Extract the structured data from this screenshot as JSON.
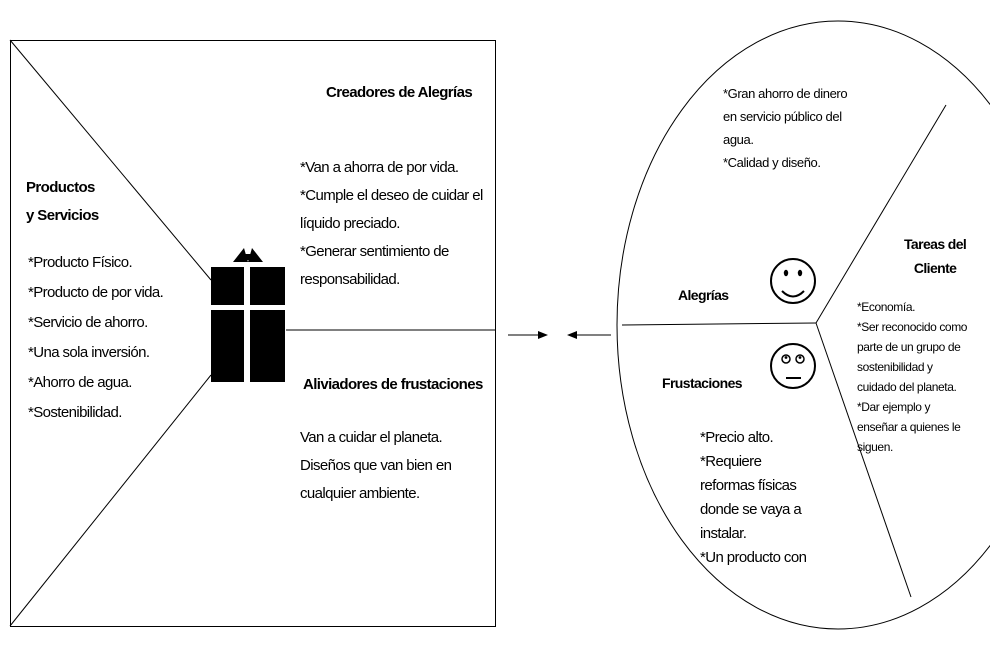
{
  "value_map": {
    "products_services": {
      "title": "Productos\ny Servicios",
      "items": "*Producto Físico.\n*Producto de por vida.\n*Servicio de ahorro.\n*Una sola inversión.\n*Ahorro de agua.\n*Sostenibilidad."
    },
    "gain_creators": {
      "title": "Creadores de Alegrías",
      "items": "*Van a ahorra de por vida.\n*Cumple el deseo de cuidar el\nlíquido preciado.\n*Generar sentimiento de\nresponsabilidad."
    },
    "pain_relievers": {
      "title": "Aliviadores de frustaciones",
      "items": "Van a cuidar el planeta.\nDiseños que van bien en\ncualquier ambiente."
    }
  },
  "customer_profile": {
    "gains": {
      "title": "Alegrías",
      "items": "*Gran ahorro de dinero\nen servicio público del\nagua.\n*Calidad y diseño."
    },
    "pains": {
      "title": "Frustaciones",
      "items": "*Precio alto.\n*Requiere\nreformas físicas\ndonde se vaya a\ninstalar.\n*Un producto con"
    },
    "jobs": {
      "title": "Tareas del\nCliente",
      "items": "*Economía.\n*Ser reconocido como\nparte de un grupo de\nsostenibilidad y\ncuidado del planeta.\n*Dar ejemplo y\nenseñar a quienes le\nsiguen."
    }
  },
  "icons": {
    "gift": "gift-icon",
    "smile": "smiling-face-icon",
    "neutral": "neutral-face-icon",
    "arrow_right": "arrow-right-icon",
    "arrow_left": "arrow-left-icon"
  }
}
